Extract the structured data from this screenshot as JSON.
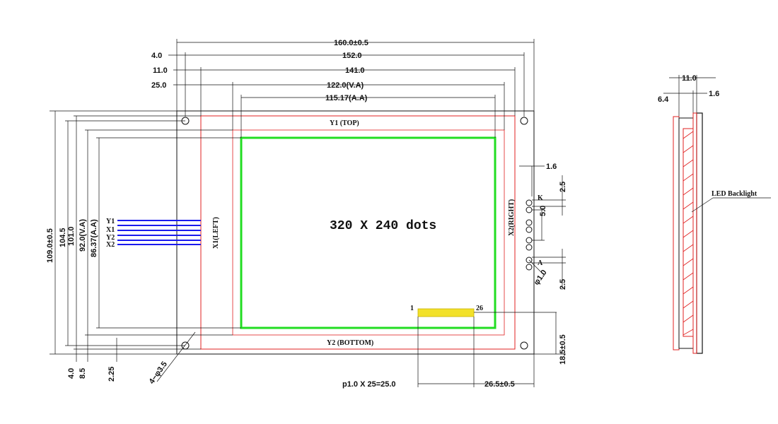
{
  "drawing": {
    "display_text": "320 X 240 dots",
    "edges": {
      "top": "Y1 (TOP)",
      "bottom": "Y2 (BOTTOM)",
      "left": "X1(LEFT)",
      "right": "X2(RIGHT)"
    },
    "pin_first": "1",
    "pin_last": "26",
    "backlight_label": "LED Backlight",
    "touch_leads": [
      "Y1",
      "X1",
      "Y2",
      "X2"
    ],
    "backlight_pins": {
      "k": "K",
      "a": "A"
    },
    "dims_top": {
      "overall": "160.0±0.5",
      "holes": "152.0",
      "touch": "141.0",
      "va": "122.0(V.A)",
      "aa": "115.17(A.A)",
      "off_holes": "4.0",
      "off_touch": "11.0",
      "off_va": "25.0"
    },
    "dims_left": {
      "overall": "109.0±0.5",
      "holes": "104.5",
      "touch": "101.0",
      "va": "92.0(V.A)",
      "aa": "86.37(A.A)"
    },
    "dims_bottom": {
      "d4": "4.0",
      "d85": "8.5",
      "d225": "2.25",
      "hole": "4−φ3.5",
      "pitch": "p1.0 X 25=25.0",
      "right": "26.5±0.5"
    },
    "dims_right": {
      "d16": "1.6",
      "d25a": "2.5",
      "d50": "5.0",
      "d25b": "2.5",
      "phi": "φ1.0",
      "bottom": "18.5±0.5"
    },
    "side_view": {
      "d110": "11.0",
      "d64": "6.4",
      "d16": "1.6"
    },
    "colors": {
      "line": "#111111",
      "touch_outline": "#e02020",
      "active_area": "#22dd22",
      "flex_leads": "#1a1aee",
      "connector": "#f2e12a"
    }
  }
}
